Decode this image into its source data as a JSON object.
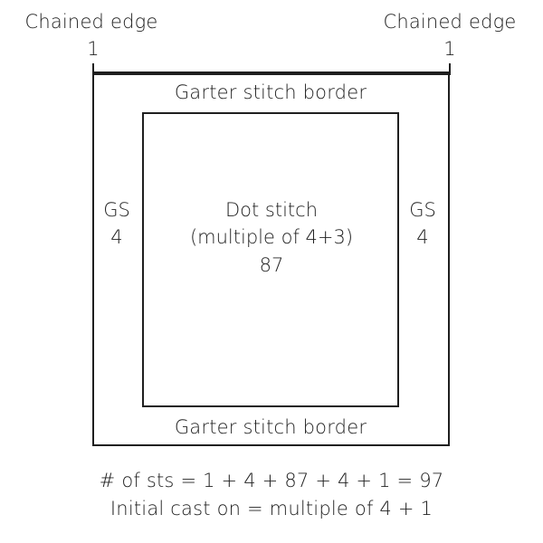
{
  "chained_edge": {
    "left_label": "Chained edge",
    "left_count": "1",
    "right_label": "Chained edge",
    "right_count": "1"
  },
  "borders": {
    "top": "Garter stitch border",
    "bottom": "Garter stitch border"
  },
  "side_left": {
    "label": "GS",
    "count": "4"
  },
  "side_right": {
    "label": "GS",
    "count": "4"
  },
  "center": {
    "title": "Dot stitch",
    "subtitle": "(multiple of 4+3)",
    "count": "87"
  },
  "footer": {
    "line1": "# of sts = 1 + 4 + 87 + 4 + 1 = 97",
    "line2": "Initial cast on = multiple of 4 + 1"
  }
}
